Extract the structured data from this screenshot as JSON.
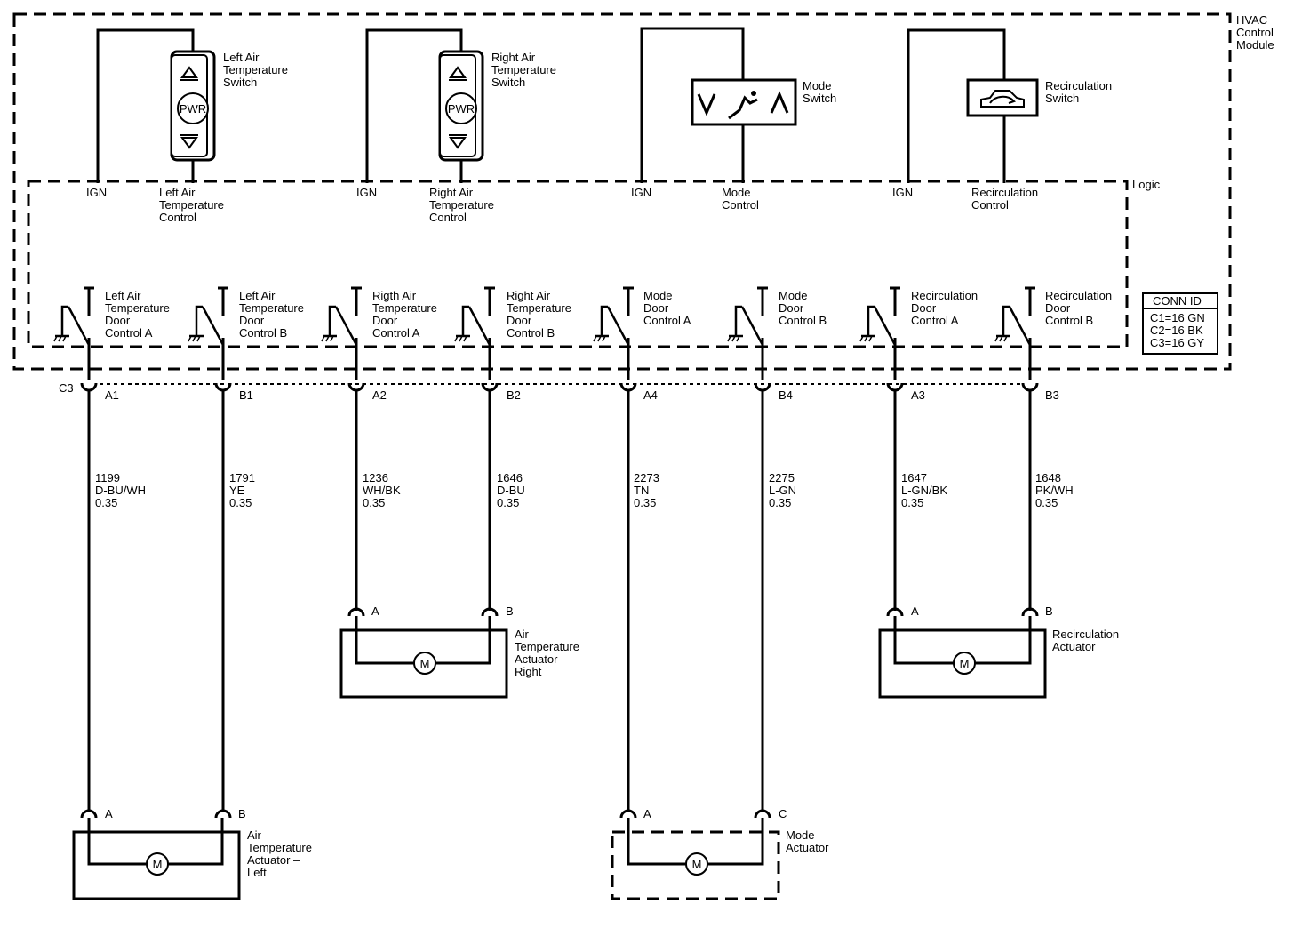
{
  "module": {
    "title_lines": [
      "HVAC",
      "Control",
      "Module"
    ],
    "logic_label": "Logic",
    "conn_id": {
      "header": "CONN ID",
      "rows": [
        "C1=16 GN",
        "C2=16 BK",
        "C3=16 GY"
      ]
    }
  },
  "switches": [
    {
      "label_lines": [
        "Left Air",
        "Temperature",
        "Switch"
      ],
      "ign": "IGN",
      "control_lines": [
        "Left Air",
        "Temperature",
        "Control"
      ],
      "pwr": "PWR"
    },
    {
      "label_lines": [
        "Right Air",
        "Temperature",
        "Switch"
      ],
      "ign": "IGN",
      "control_lines": [
        "Right Air",
        "Temperature",
        "Control"
      ],
      "pwr": "PWR"
    },
    {
      "label_lines": [
        "Mode",
        "Switch"
      ],
      "ign": "IGN",
      "control_lines": [
        "Mode",
        "Control"
      ]
    },
    {
      "label_lines": [
        "Recirculation",
        "Switch"
      ],
      "ign": "IGN",
      "control_lines": [
        "Recirculation",
        "Control"
      ]
    }
  ],
  "outputs": [
    {
      "label_lines": [
        "Left Air",
        "Temperature",
        "Door",
        "Control A"
      ],
      "pin": "A1",
      "circuit": "1199",
      "color": "D-BU/WH",
      "gauge": "0.35"
    },
    {
      "label_lines": [
        "Left Air",
        "Temperature",
        "Door",
        "Control B"
      ],
      "pin": "B1",
      "circuit": "1791",
      "color": "YE",
      "gauge": "0.35"
    },
    {
      "label_lines": [
        "Rigth Air",
        "Temperature",
        "Door",
        "Control A"
      ],
      "pin": "A2",
      "circuit": "1236",
      "color": "WH/BK",
      "gauge": "0.35"
    },
    {
      "label_lines": [
        "Right Air",
        "Temperature",
        "Door",
        "Control B"
      ],
      "pin": "B2",
      "circuit": "1646",
      "color": "D-BU",
      "gauge": "0.35"
    },
    {
      "label_lines": [
        "Mode",
        "Door",
        "Control A"
      ],
      "pin": "A4",
      "circuit": "2273",
      "color": "TN",
      "gauge": "0.35"
    },
    {
      "label_lines": [
        "Mode",
        "Door",
        "Control B"
      ],
      "pin": "B4",
      "circuit": "2275",
      "color": "L-GN",
      "gauge": "0.35"
    },
    {
      "label_lines": [
        "Recirculation",
        "Door",
        "Control A"
      ],
      "pin": "A3",
      "circuit": "1647",
      "color": "L-GN/BK",
      "gauge": "0.35"
    },
    {
      "label_lines": [
        "Recirculation",
        "Door",
        "Control B"
      ],
      "pin": "B3",
      "circuit": "1648",
      "color": "PK/WH",
      "gauge": "0.35"
    }
  ],
  "connector_label": "C3",
  "actuators": [
    {
      "label_lines": [
        "Air",
        "Temperature",
        "Actuator –",
        "Left"
      ],
      "pin1": "A",
      "pin2": "B",
      "motor": "M"
    },
    {
      "label_lines": [
        "Air",
        "Temperature",
        "Actuator –",
        "Right"
      ],
      "pin1": "A",
      "pin2": "B",
      "motor": "M"
    },
    {
      "label_lines": [
        "Mode",
        "Actuator"
      ],
      "pin1": "A",
      "pin2": "C",
      "motor": "M"
    },
    {
      "label_lines": [
        "Recirculation",
        "Actuator"
      ],
      "pin1": "A",
      "pin2": "B",
      "motor": "M"
    }
  ]
}
